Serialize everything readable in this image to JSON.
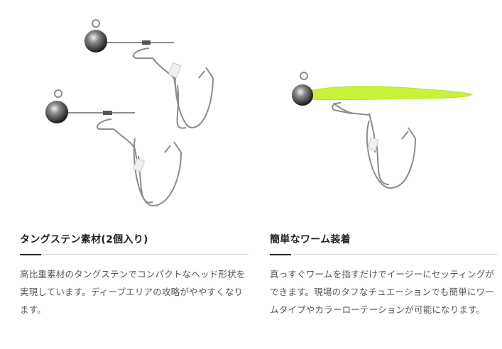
{
  "features": [
    {
      "title": "タングステン素材(2個入り)",
      "description": "高比重素材のタングステンでコンパクトなヘッド形状を実現しています。ディープエリアの攻略がややすくなります。",
      "image_icon": "jig-head-pair-icon"
    },
    {
      "title": "簡単なワーム装着",
      "description": "真っすぐワームを指すだけでイージーにセッティングができます。現場のタフなチュエーションでも簡単にワームタイプやカラーローテーションが可能になります。",
      "image_icon": "jig-head-with-worm-icon",
      "worm_color": "#c8f23a"
    }
  ],
  "colors": {
    "title": "#222222",
    "text": "#555555",
    "rule": "#dcdcdc",
    "accent": "#222222"
  }
}
